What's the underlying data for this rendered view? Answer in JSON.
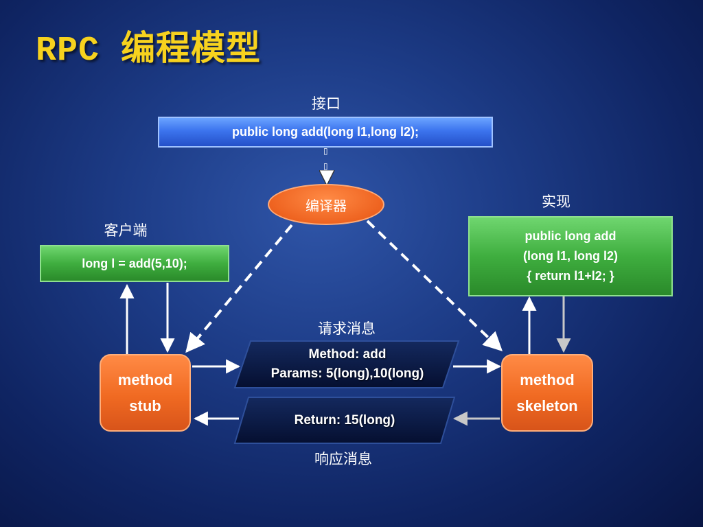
{
  "slide": {
    "title": "RPC 编程模型"
  },
  "interface": {
    "caption": "接口",
    "code": "public long add(long l1,long l2);"
  },
  "compiler": {
    "label": "编译器",
    "glyph_top": "▯",
    "glyph_bottom": "▯"
  },
  "client": {
    "caption": "客户端",
    "code": "long l = add(5,10);"
  },
  "implementation": {
    "caption": "实现",
    "lines": [
      "public long add",
      "(long l1, long l2)",
      "{ return l1+l2; }"
    ]
  },
  "stub": {
    "line1": "method",
    "line2": "stub"
  },
  "skeleton": {
    "line1": "method",
    "line2": "skeleton"
  },
  "request": {
    "caption": "请求消息",
    "line1": "Method: add",
    "line2": "Params: 5(long),10(long)"
  },
  "response": {
    "caption": "响应消息",
    "line1": "Return: 15(long)"
  },
  "colors": {
    "title": "#f7d21e",
    "blue_box": "#3c74ee",
    "green_box": "#3fae3f",
    "orange_box": "#f06a22",
    "message_shape": "#0a1a44"
  }
}
